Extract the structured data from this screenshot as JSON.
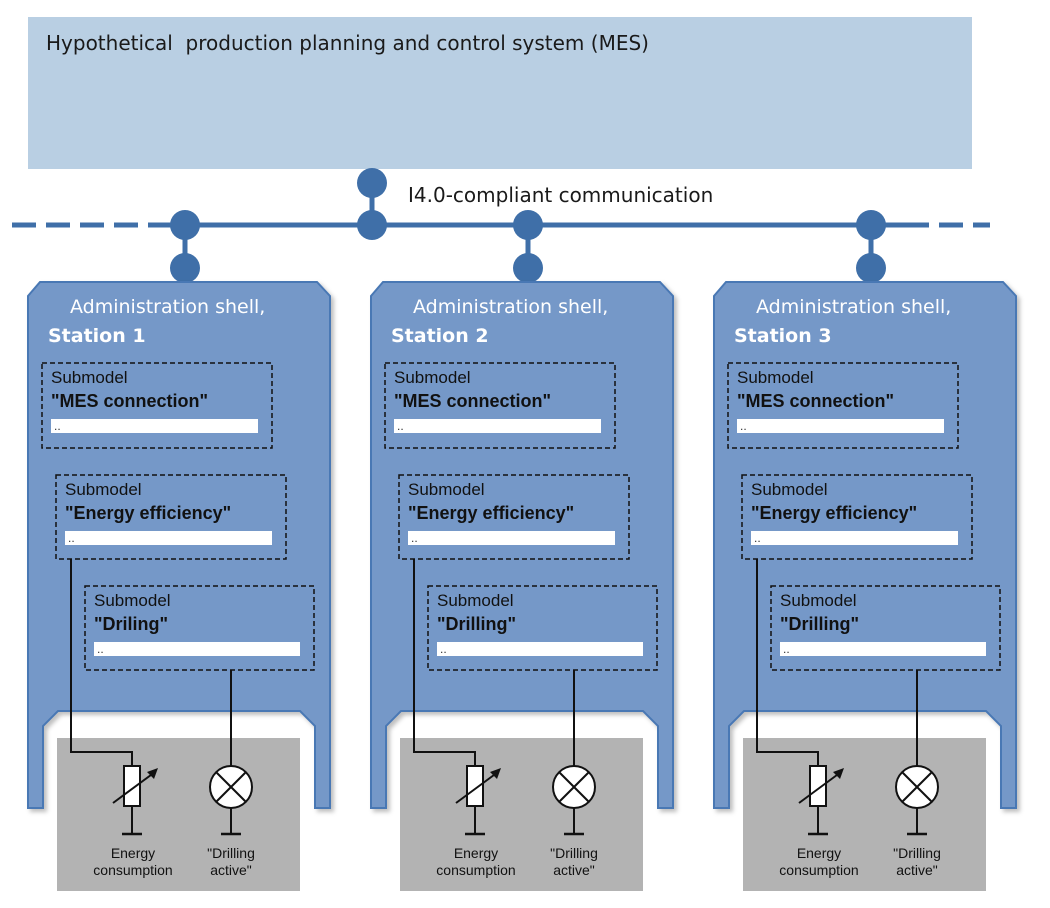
{
  "mes": {
    "title": "Hypothetical  production planning and control system (MES)"
  },
  "network": {
    "label": "I4.0-compliant communication"
  },
  "colors": {
    "mes_box": "#b9cfe3",
    "bus": "#3f6fa8",
    "shell_fill": "#7598c8",
    "shell_stroke": "#4a78b4",
    "device_panel": "#b3b3b3",
    "field": "#ffffff"
  },
  "stations": [
    {
      "shell_title": "Administration shell,",
      "station_label": "Station 1",
      "submodels": [
        {
          "label": "Submodel",
          "name": "\"MES connection\"",
          "field": ".."
        },
        {
          "label": "Submodel",
          "name": "\"Energy efficiency\"",
          "field": ".."
        },
        {
          "label": "Submodel",
          "name": "\"Driling\"",
          "field": ".."
        }
      ],
      "devices": [
        {
          "icon": "variable-resistor-icon",
          "label_line1": "Energy",
          "label_line2": "consumption"
        },
        {
          "icon": "lamp-icon",
          "label_line1": "\"Drilling",
          "label_line2": "active\""
        }
      ]
    },
    {
      "shell_title": "Administration shell,",
      "station_label": "Station 2",
      "submodels": [
        {
          "label": "Submodel",
          "name": "\"MES connection\"",
          "field": ".."
        },
        {
          "label": "Submodel",
          "name": "\"Energy efficiency\"",
          "field": ".."
        },
        {
          "label": "Submodel",
          "name": "\"Drilling\"",
          "field": ".."
        }
      ],
      "devices": [
        {
          "icon": "variable-resistor-icon",
          "label_line1": "Energy",
          "label_line2": "consumption"
        },
        {
          "icon": "lamp-icon",
          "label_line1": "\"Drilling",
          "label_line2": "active\""
        }
      ]
    },
    {
      "shell_title": "Administration shell,",
      "station_label": "Station 3",
      "submodels": [
        {
          "label": "Submodel",
          "name": "\"MES connection\"",
          "field": ".."
        },
        {
          "label": "Submodel",
          "name": "\"Energy efficiency\"",
          "field": ".."
        },
        {
          "label": "Submodel",
          "name": "\"Drilling\"",
          "field": ".."
        }
      ],
      "devices": [
        {
          "icon": "variable-resistor-icon",
          "label_line1": "Energy",
          "label_line2": "consumption"
        },
        {
          "icon": "lamp-icon",
          "label_line1": "\"Drilling",
          "label_line2": "active\""
        }
      ]
    }
  ]
}
